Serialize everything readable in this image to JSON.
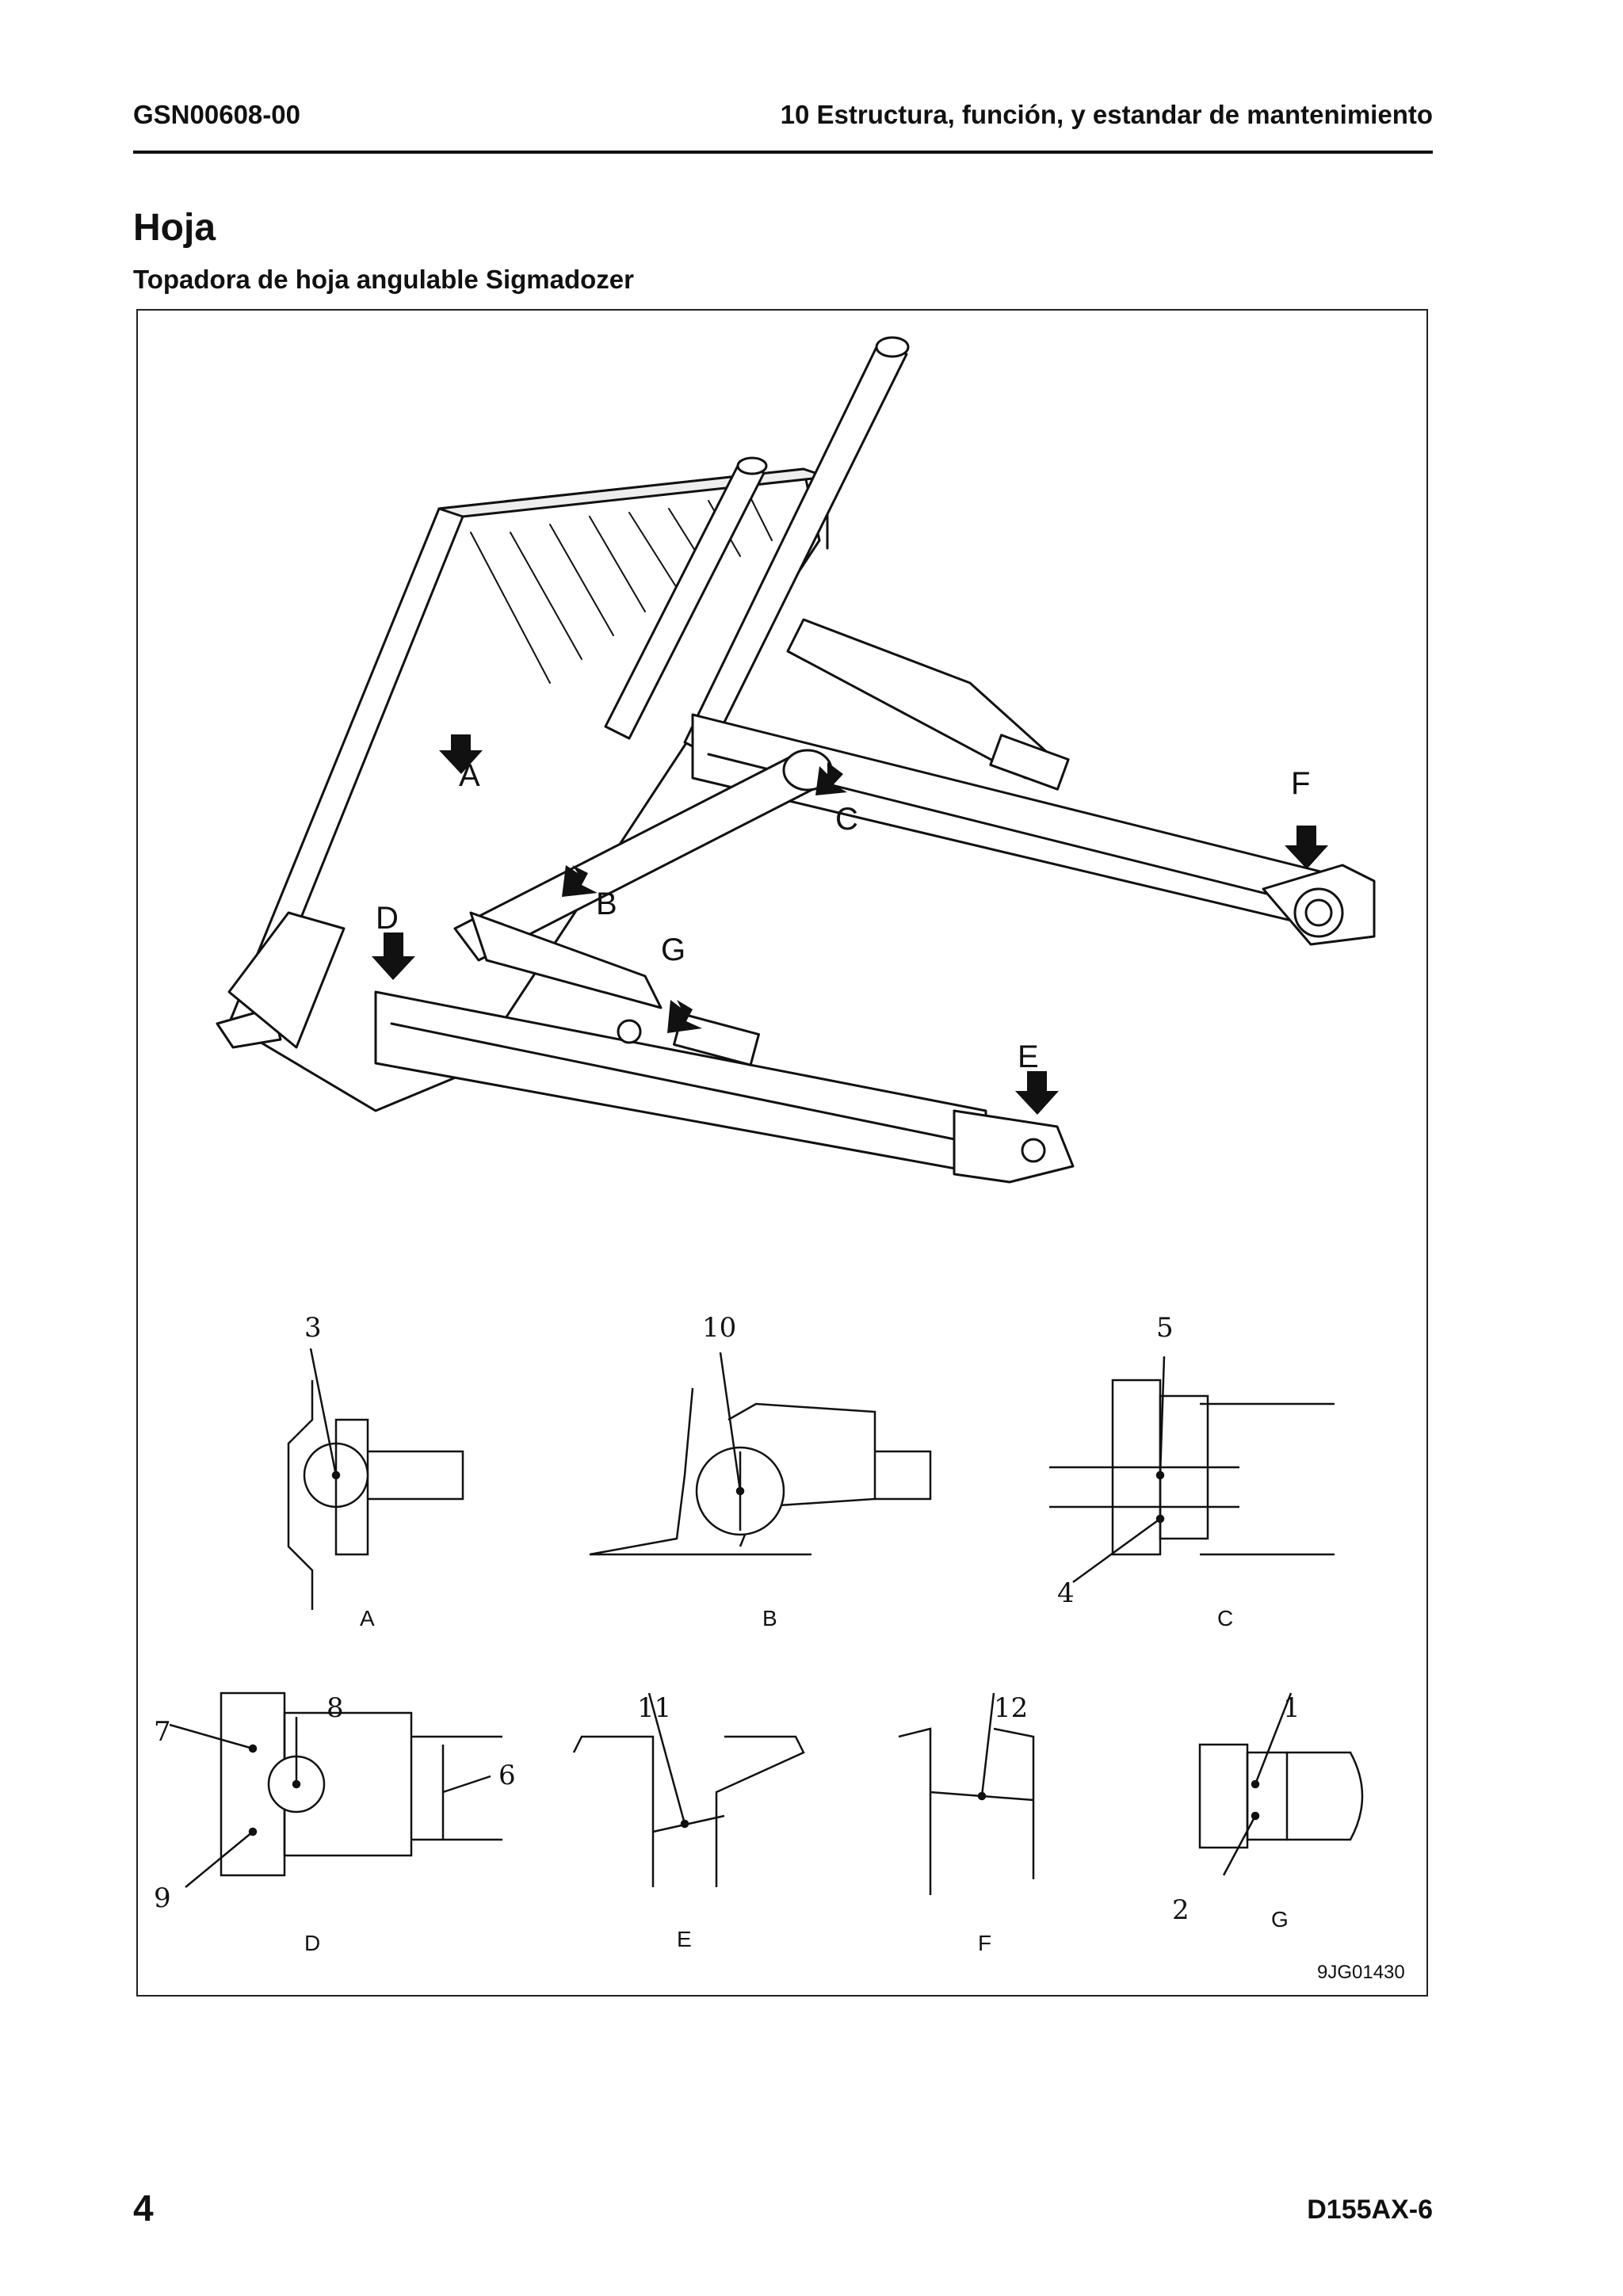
{
  "header": {
    "doc_code": "GSN00608-00",
    "section": "10 Estructura, función, y estandar de mantenimiento"
  },
  "title": "Hoja",
  "subtitle": "Topadora de hoja angulable Sigmadozer",
  "figure": {
    "main_view_callouts": [
      "A",
      "B",
      "C",
      "D",
      "E",
      "F",
      "G"
    ],
    "detail_views": [
      {
        "label": "A",
        "part_numbers": [
          "3"
        ]
      },
      {
        "label": "B",
        "part_numbers": [
          "10"
        ]
      },
      {
        "label": "C",
        "part_numbers": [
          "5",
          "4"
        ]
      },
      {
        "label": "D",
        "part_numbers": [
          "7",
          "8",
          "6",
          "9"
        ]
      },
      {
        "label": "E",
        "part_numbers": [
          "11"
        ]
      },
      {
        "label": "F",
        "part_numbers": [
          "12"
        ]
      },
      {
        "label": "G",
        "part_numbers": [
          "1",
          "2"
        ]
      }
    ],
    "figure_code": "9JG01430"
  },
  "footer": {
    "page_number": "4",
    "model": "D155AX-6"
  }
}
